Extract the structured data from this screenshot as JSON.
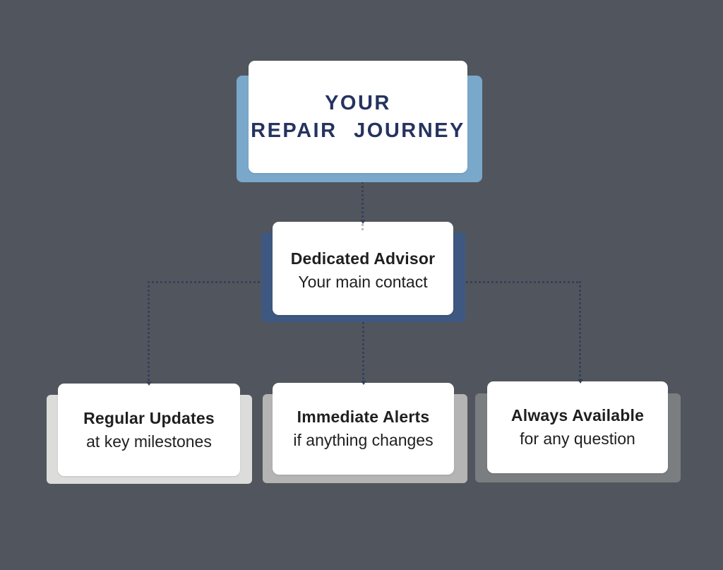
{
  "canvas": {
    "background_color": "#51565e"
  },
  "diagram": {
    "root": {
      "line1": "YOUR",
      "line2": "REPAIR JOURNEY",
      "text_color": "#253360",
      "backing_color": "#7aa8cb"
    },
    "advisor": {
      "title": "Dedicated Advisor",
      "subtitle": "Your main contact",
      "backing_color": "#3f5881"
    },
    "children": [
      {
        "title": "Regular Updates",
        "subtitle": "at key milestones",
        "backing_color": "#dcdcda"
      },
      {
        "title": "Immediate Alerts",
        "subtitle": "if anything changes",
        "backing_color": "#b4b4b4"
      },
      {
        "title": "Always Available",
        "subtitle": "for any question",
        "backing_color": "#7b7e80"
      }
    ],
    "card_color": "#ffffff",
    "body_text_color": "#1f1f1f",
    "connector_color": "#364058"
  }
}
